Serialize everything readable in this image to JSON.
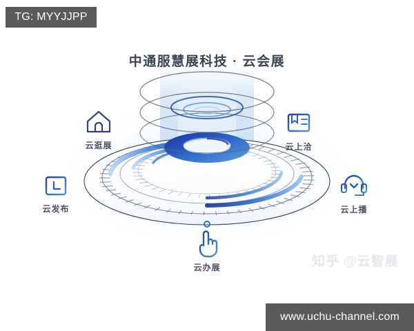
{
  "overlay": {
    "tg_badge": "TG: MYYJJPP",
    "site_badge": "www.uchu-channel.com",
    "badge_bg": "#5a5a5a",
    "badge_text_color": "#ffffff"
  },
  "headline": {
    "text": "中通服慧展科技 · 云会展",
    "color": "#3c4653"
  },
  "watermark": {
    "text": "知乎 @云智展"
  },
  "palette": {
    "background": "#ffffff",
    "deep_blue": "#1b3faa",
    "mid_blue": "#2f6fd0",
    "light_blue": "#7fb3e8",
    "pale_blue": "#cfe0f4",
    "outline_navy": "#2b3550",
    "label_gray": "#4a5261"
  },
  "features": [
    {
      "id": "guang",
      "label": "云逛展",
      "icon": "house-icon",
      "position": "left-upper"
    },
    {
      "id": "fabu",
      "label": "云发布",
      "icon": "calendar-clock-icon",
      "position": "left-lower"
    },
    {
      "id": "qia",
      "label": "云上洽",
      "icon": "book-icon",
      "position": "right-upper"
    },
    {
      "id": "bo",
      "label": "云上播",
      "icon": "headset-icon",
      "position": "right-lower"
    },
    {
      "id": "ban",
      "label": "云办展",
      "icon": "pointing-hand-icon",
      "position": "bottom-center"
    }
  ],
  "artwork": {
    "description": "cloud-exhibition hero illustration",
    "elements": [
      "vertical light beam",
      "three stacked elliptical rings",
      "inner blue torus",
      "large tick-marked base disc",
      "blue gradient sweep arcs"
    ]
  }
}
